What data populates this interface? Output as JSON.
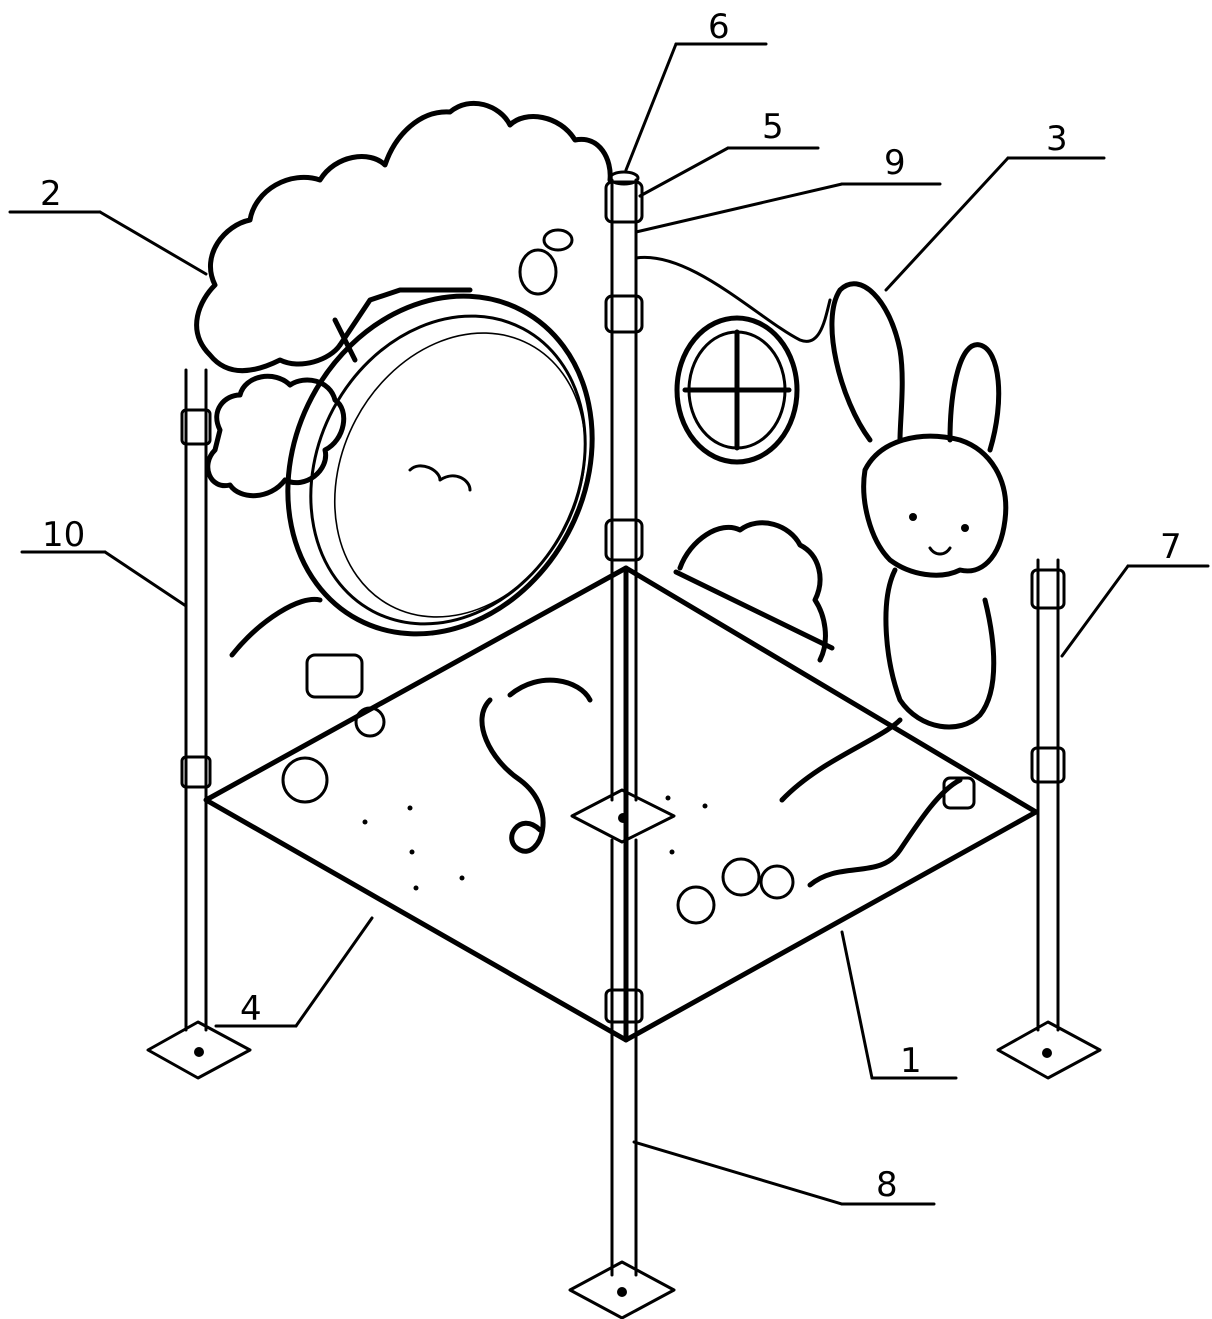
{
  "diagram": {
    "type": "isometric patent drawing of a children's play cube assembly",
    "callouts": [
      {
        "id": "c1",
        "label": "1",
        "part": "sheet panel (right floor side)"
      },
      {
        "id": "c2",
        "label": "2",
        "part": "cloud tree panel"
      },
      {
        "id": "c3",
        "label": "3",
        "part": "rabbit panel"
      },
      {
        "id": "c4",
        "label": "4",
        "part": "sheet panel (left floor side)"
      },
      {
        "id": "c5",
        "label": "5",
        "part": "clamp"
      },
      {
        "id": "c6",
        "label": "6",
        "part": "post cap"
      },
      {
        "id": "c7",
        "label": "7",
        "part": "right post"
      },
      {
        "id": "c8",
        "label": "8",
        "part": "front post"
      },
      {
        "id": "c9",
        "label": "9",
        "part": "center post upper section"
      },
      {
        "id": "c10",
        "label": "10",
        "part": "left post"
      }
    ],
    "colors": {
      "ink": "#000000",
      "paper": "#ffffff"
    }
  }
}
